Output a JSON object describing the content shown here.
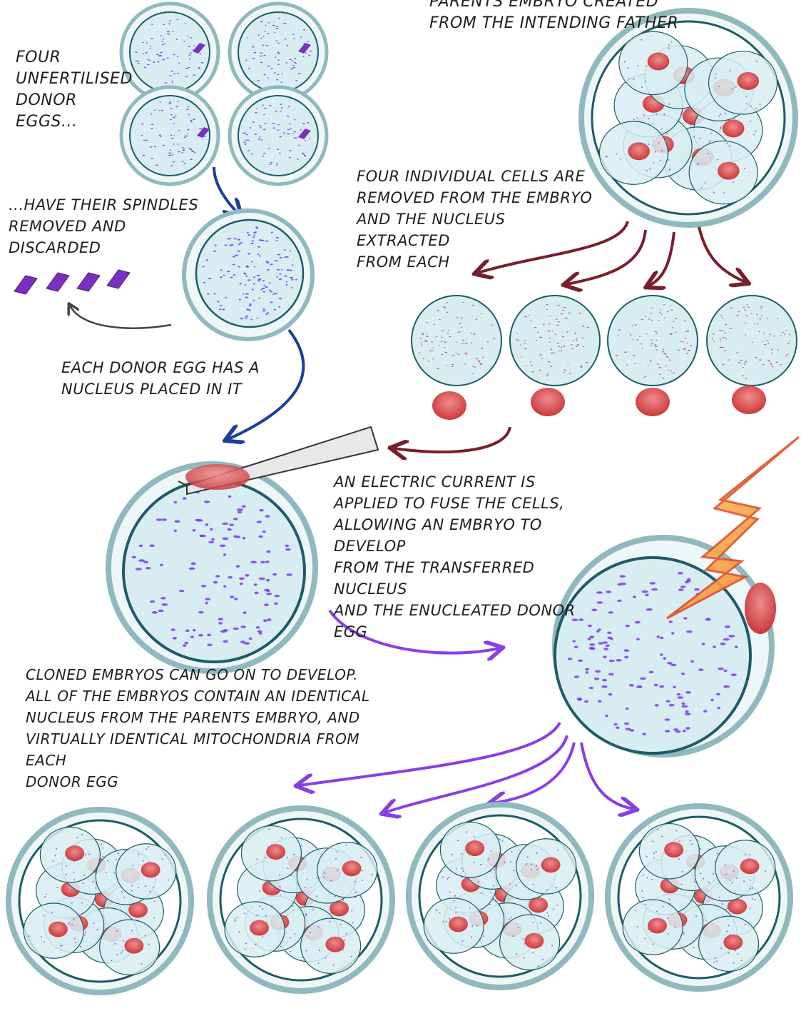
{
  "labels": {
    "top_partial": "PARENTS EMBRYO CREATED\nFROM THE INTENDING FATHER",
    "four_eggs": "FOUR\nUNFERTILISED\nDONOR\nEGGS...",
    "spindles": "...HAVE THEIR SPINDLES\nREMOVED AND DISCARDED",
    "remove_cells": "FOUR INDIVIDUAL CELLS ARE\nREMOVED FROM THE EMBRYO\nAND THE NUCLEUS EXTRACTED\nFROM EACH",
    "each_egg": "EACH DONOR EGG HAS A\nNUCLEUS PLACED IN IT",
    "current": "AN ELECTRIC CURRENT IS\nAPPLIED TO FUSE THE CELLS,\nALLOWING AN EMBRYO TO DEVELOP\nFROM THE TRANSFERRED NUCLEUS\nAND THE ENUCLEATED DONOR\nEGG",
    "cloned": "CLONED EMBRYOS CAN GO ON TO DEVELOP.\nALL OF THE EMBRYOS CONTAIN AN IDENTICAL\nNUCLEUS FROM THE PARENTS EMBRYO, AND\nVIRTUALLY IDENTICAL MITOCHONDRIA FROM EACH\nDONOR EGG"
  },
  "colors": {
    "cytoplasm": "#d8edf2",
    "membrane": "#1d5c66",
    "zona": "#8fb9bf",
    "nucleus": "#d04a4e",
    "spindle": "#7a2fbf",
    "dots": "#6b35e6",
    "arrow_blue": "#1a3f9a",
    "arrow_maroon": "#7a1e2e",
    "arrow_purple": "#8a3ee6",
    "bolt": "#f07a2a"
  }
}
